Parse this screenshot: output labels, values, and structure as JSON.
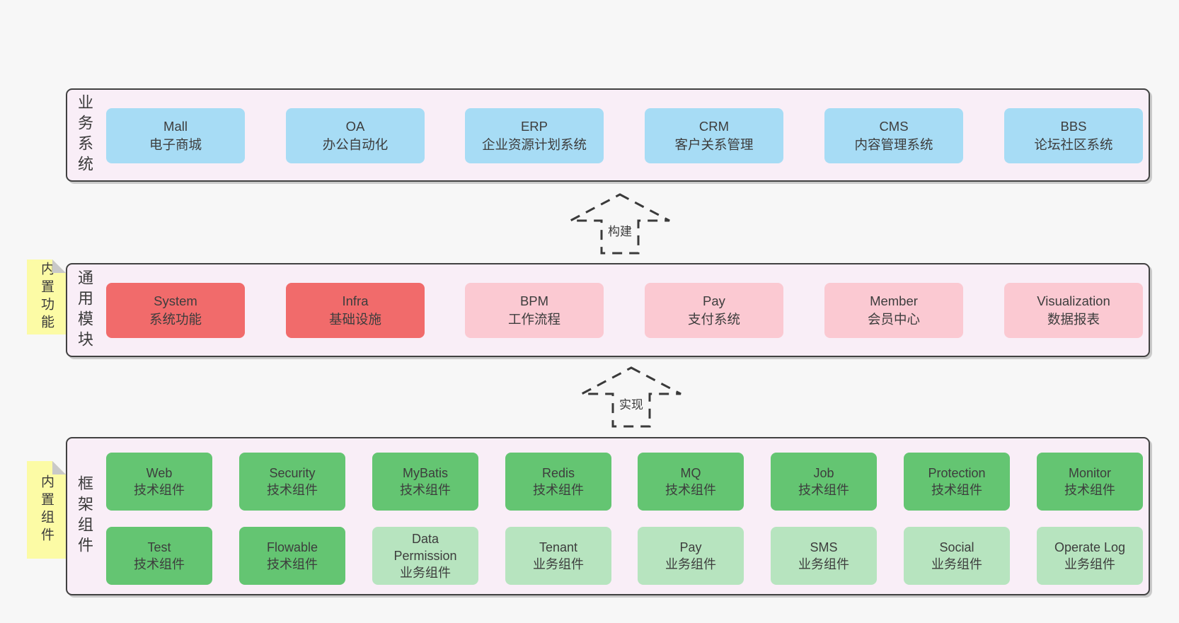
{
  "colors": {
    "page_bg": "#f7f7f7",
    "band_bg": "#f9eef7",
    "band_border": "#414141",
    "box_blue": "#a7dcf5",
    "box_red": "#f16b6b",
    "box_pink": "#fbc9d2",
    "box_green": "#64c572",
    "box_green_light": "#b7e4bf",
    "sticky_bg": "#fcfba5",
    "sticky_fold": "#c9c9c9",
    "text": "#3d3d3d",
    "arrow_stroke": "#3a3a3a"
  },
  "arrows": [
    {
      "label": "构建"
    },
    {
      "label": "实现"
    }
  ],
  "bands": {
    "business": {
      "label": "业务系统",
      "boxes": [
        {
          "en": "Mall",
          "zh": "电子商城"
        },
        {
          "en": "OA",
          "zh": "办公自动化"
        },
        {
          "en": "ERP",
          "zh": "企业资源计划系统"
        },
        {
          "en": "CRM",
          "zh": "客户关系管理"
        },
        {
          "en": "CMS",
          "zh": "内容管理系统"
        },
        {
          "en": "BBS",
          "zh": "论坛社区系统"
        }
      ]
    },
    "modules": {
      "label": "通用模块",
      "sticky": "内置功能",
      "boxes": [
        {
          "en": "System",
          "zh": "系统功能"
        },
        {
          "en": "Infra",
          "zh": "基础设施"
        },
        {
          "en": "BPM",
          "zh": "工作流程"
        },
        {
          "en": "Pay",
          "zh": "支付系统"
        },
        {
          "en": "Member",
          "zh": "会员中心"
        },
        {
          "en": "Visualization",
          "zh": "数据报表"
        }
      ]
    },
    "components": {
      "label": "框架组件",
      "sticky": "内置组件",
      "row1": [
        {
          "en": "Web",
          "zh": "技术组件"
        },
        {
          "en": "Security",
          "zh": "技术组件"
        },
        {
          "en": "MyBatis",
          "zh": "技术组件"
        },
        {
          "en": "Redis",
          "zh": "技术组件"
        },
        {
          "en": "MQ",
          "zh": "技术组件"
        },
        {
          "en": "Job",
          "zh": "技术组件"
        },
        {
          "en": "Protection",
          "zh": "技术组件"
        },
        {
          "en": "Monitor",
          "zh": "技术组件"
        }
      ],
      "row2": [
        {
          "en": "Test",
          "zh": "技术组件"
        },
        {
          "en": "Flowable",
          "zh": "技术组件"
        },
        {
          "en": "Data Permission",
          "zh": "业务组件"
        },
        {
          "en": "Tenant",
          "zh": "业务组件"
        },
        {
          "en": "Pay",
          "zh": "业务组件"
        },
        {
          "en": "SMS",
          "zh": "业务组件"
        },
        {
          "en": "Social",
          "zh": "业务组件"
        },
        {
          "en": "Operate Log",
          "zh": "业务组件"
        }
      ]
    }
  }
}
